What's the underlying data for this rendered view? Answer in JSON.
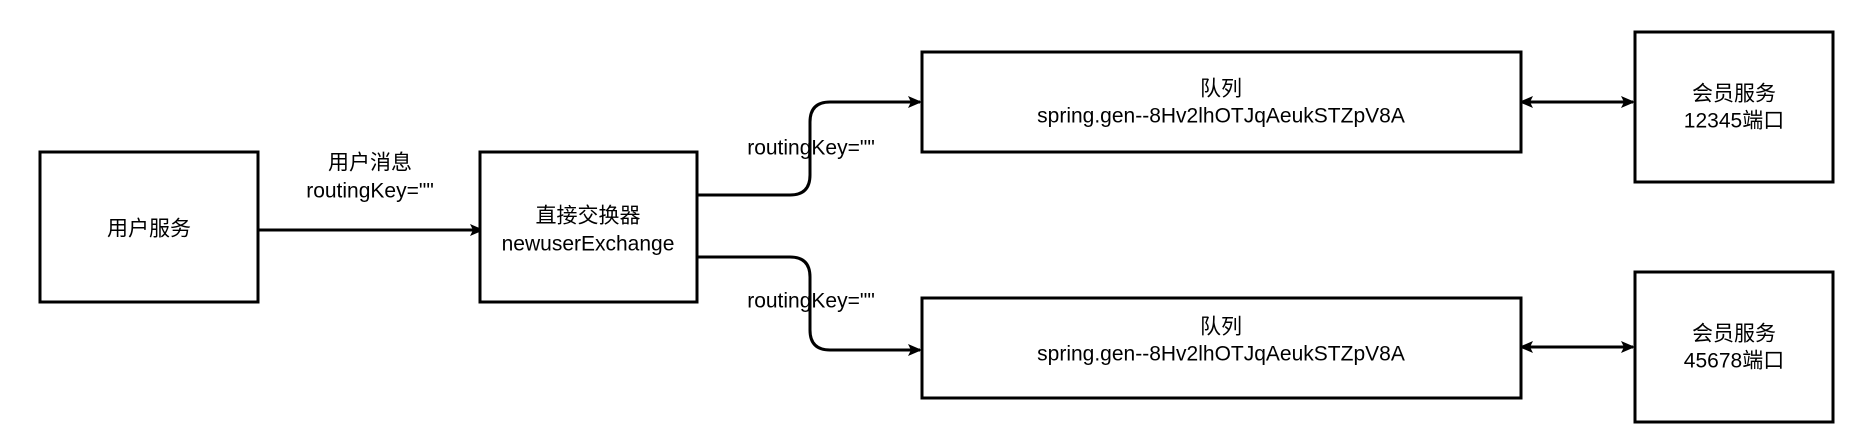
{
  "nodes": {
    "user_service": {
      "label": "用户服务"
    },
    "exchange": {
      "line1": "直接交换器",
      "line2": "newuserExchange"
    },
    "queue_top": {
      "line1": "队列",
      "line2": "spring.gen--8Hv2lhOTJqAeukSTZpV8A"
    },
    "queue_bottom": {
      "line1": "队列",
      "line2": "spring.gen--8Hv2lhOTJqAeukSTZpV8A"
    },
    "member_top": {
      "line1": "会员服务",
      "line2": "12345端口"
    },
    "member_bottom": {
      "line1": "会员服务",
      "line2": "45678端口"
    }
  },
  "edges": {
    "user_to_exchange": {
      "line1": "用户消息",
      "line2": "routingKey=\"\""
    },
    "exchange_to_top": {
      "label": "routingKey=\"\""
    },
    "exchange_to_bottom": {
      "label": "routingKey=\"\""
    }
  },
  "colors": {
    "stroke": "#000000",
    "fill": "#ffffff",
    "text": "#000000"
  }
}
